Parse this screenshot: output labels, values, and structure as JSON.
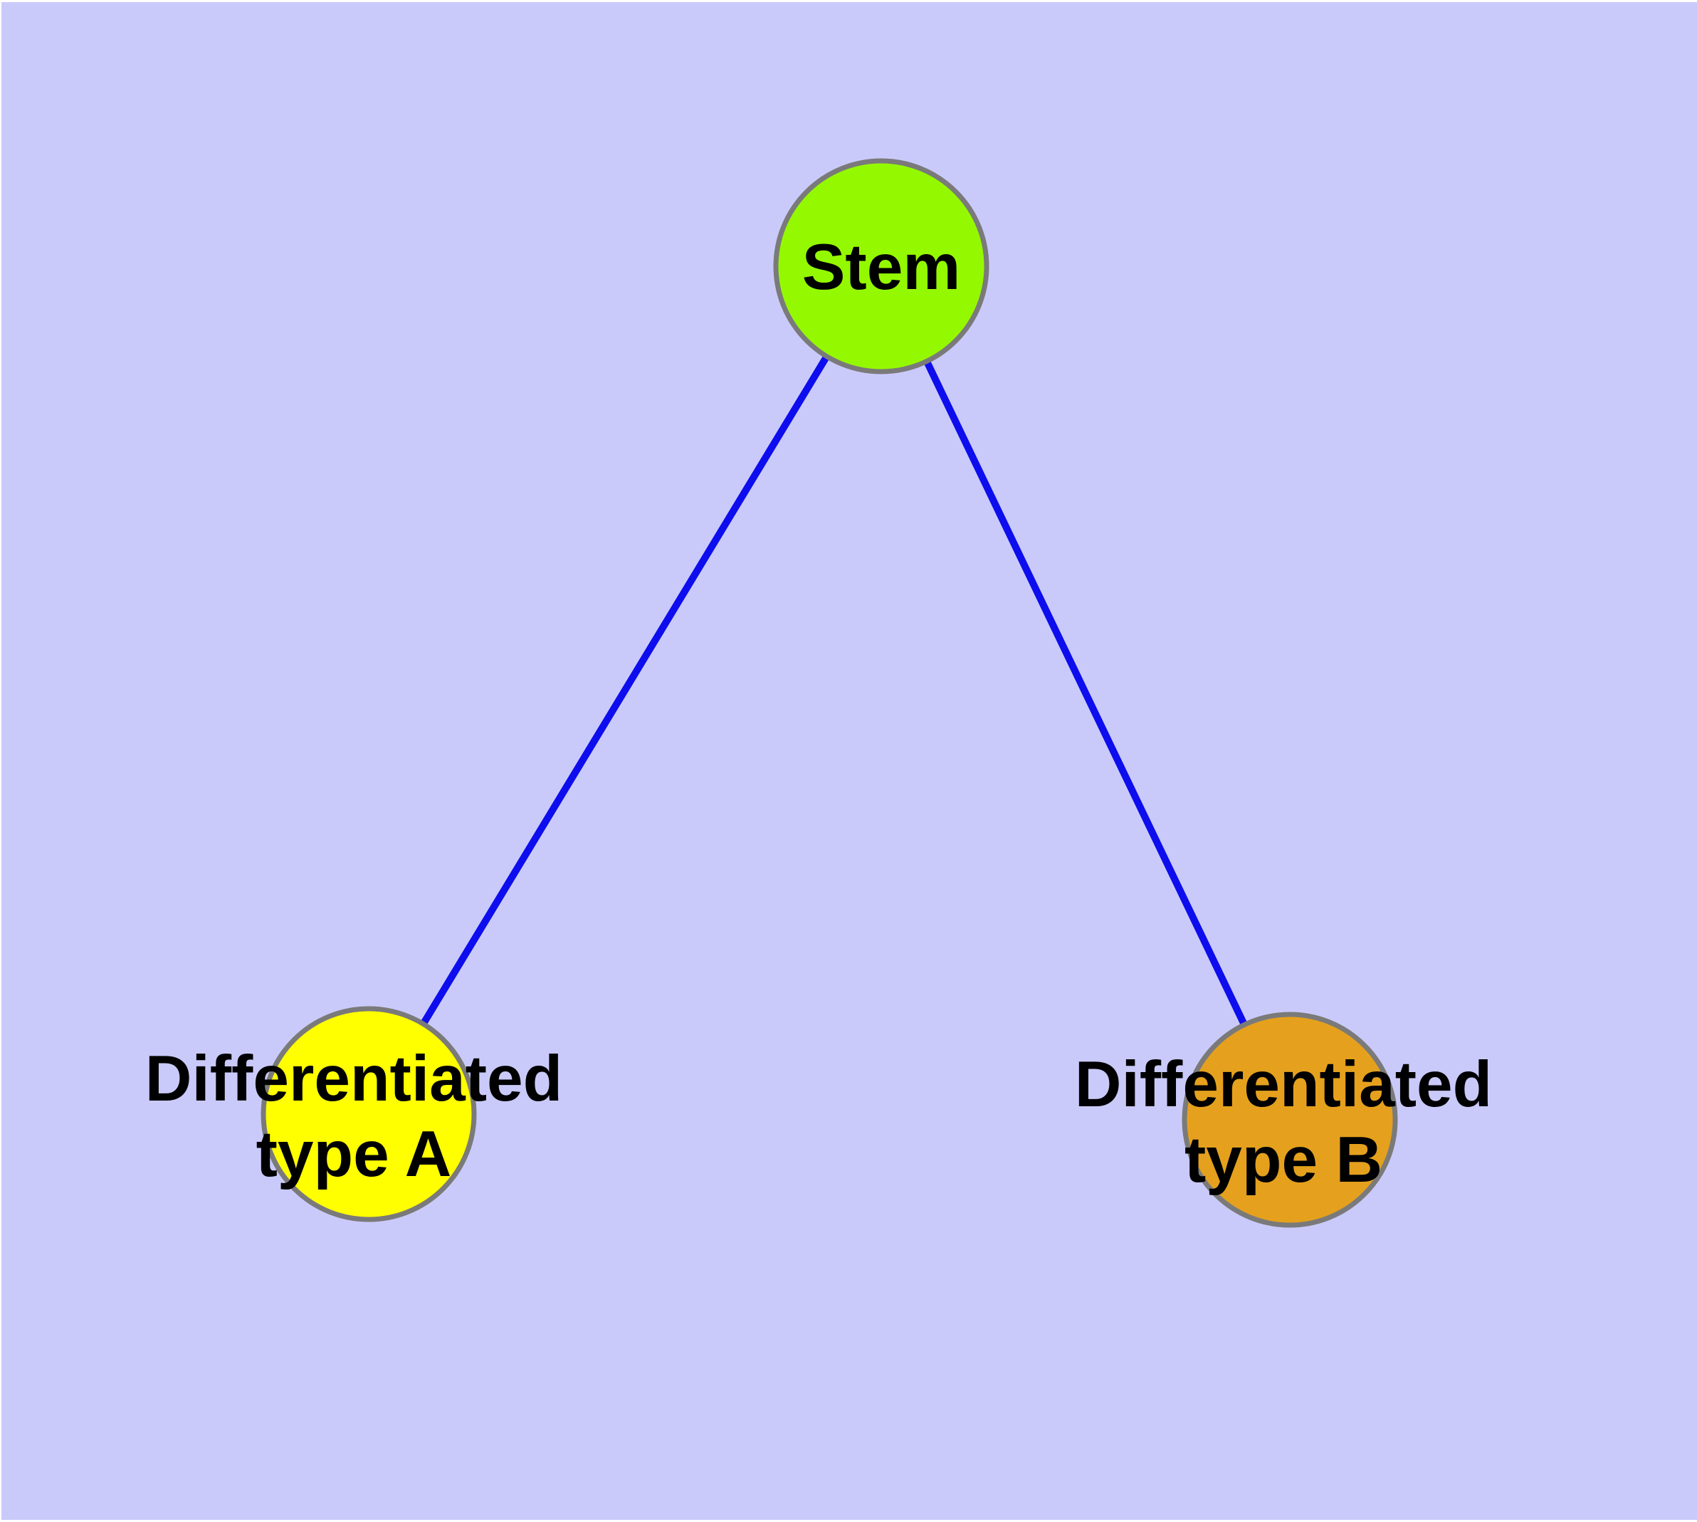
{
  "diagram": {
    "type": "node-link-graph",
    "description": "Stem cell differentiation diagram: one stem node connected to two differentiated cell type nodes",
    "background_color": "#cacafa",
    "edge_color": "#0d0dee",
    "node_border_color": "#7a7a7a",
    "text_color": "#000000",
    "nodes": {
      "stem": {
        "label": "Stem",
        "fill": "#94f900"
      },
      "typeA": {
        "label_line1": "Differentiated",
        "label_line2": "type A",
        "fill": "#ffff00"
      },
      "typeB": {
        "label_line1": "Differentiated",
        "label_line2": "type B",
        "fill": "#e5a11d"
      }
    },
    "edges": [
      {
        "from": "Stem",
        "to": "Differentiated type A"
      },
      {
        "from": "Stem",
        "to": "Differentiated type B"
      }
    ]
  }
}
